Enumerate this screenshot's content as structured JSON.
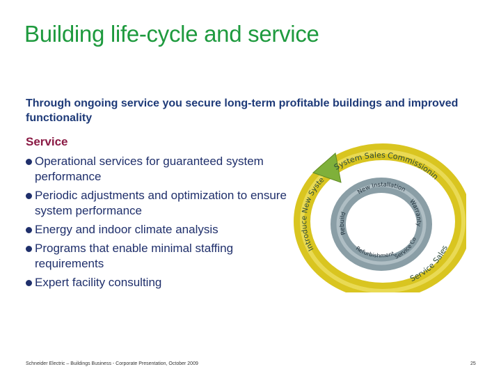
{
  "slide": {
    "title": "Building life-cycle and service",
    "subtitle": "Through ongoing service you secure long-term profitable buildings and improved functionality",
    "section_heading": "Service",
    "bullets": [
      "Operational services for guaranteed system performance",
      "Periodic adjustments and optimization to ensure system performance",
      "Energy and indoor climate analysis",
      "Programs that enable minimal staffing requirements",
      "Expert facility consulting"
    ]
  },
  "diagram": {
    "outer_ring": [
      "System Sales",
      "Commissioning",
      "Service Sales",
      "Introduce New System"
    ],
    "inner_ring": [
      "New Installation",
      "Warranty",
      "Service Contract",
      "Refurbishment",
      "Rebuild"
    ],
    "colors": {
      "outer": "#d9c520",
      "outer_light": "#f0e36b",
      "inner": "#8a9ea6",
      "arrow": "#7fb03a"
    }
  },
  "footer": {
    "text": "Schneider Electric – Buildings Business - Corporate Presentation, October 2009",
    "page_number": "25"
  }
}
